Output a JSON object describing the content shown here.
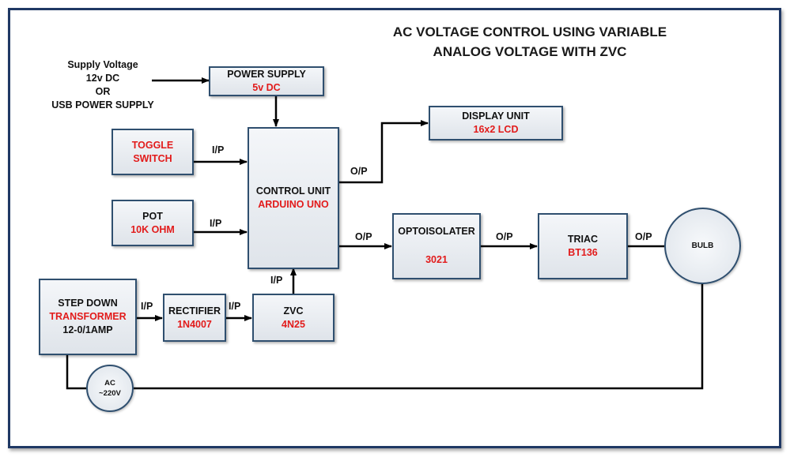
{
  "title": {
    "line1": "AC VOLTAGE CONTROL USING VARIABLE",
    "line2": "ANALOG VOLTAGE WITH ZVC"
  },
  "supply_voltage": {
    "line1": "Supply Voltage",
    "line2": "12v DC",
    "line3": "OR",
    "line4": "USB POWER SUPPLY"
  },
  "blocks": {
    "power_supply": {
      "name": "POWER SUPPLY",
      "detail": "5v DC"
    },
    "display_unit": {
      "name": "DISPLAY UNIT",
      "detail": "16x2 LCD"
    },
    "toggle_switch": {
      "line1": "TOGGLE",
      "line2": "SWITCH"
    },
    "pot": {
      "name": "POT",
      "detail": "10K OHM"
    },
    "control_unit": {
      "name": "CONTROL UNIT",
      "detail": "ARDUINO UNO"
    },
    "optoisolater": {
      "name": "OPTOISOLATER",
      "detail": "3021"
    },
    "triac": {
      "name": "TRIAC",
      "detail": "BT136"
    },
    "bulb": {
      "name": "BULB"
    },
    "step_down": {
      "name": "STEP DOWN",
      "detail1": "TRANSFORMER",
      "detail2": "12-0/1AMP"
    },
    "rectifier": {
      "name": "RECTIFIER",
      "detail": "1N4007"
    },
    "zvc": {
      "name": "ZVC",
      "detail": "4N25"
    },
    "ac_source": {
      "line1": "AC",
      "line2": "~220V"
    }
  },
  "connection_labels": {
    "toggle_to_control": "I/P",
    "pot_to_control": "I/P",
    "control_to_display": "O/P",
    "control_to_opto": "O/P",
    "opto_to_triac": "O/P",
    "triac_to_bulb": "O/P",
    "zvc_to_control": "I/P",
    "stepdown_to_rectifier": "I/P",
    "rectifier_to_zvc": "I/P"
  },
  "colors": {
    "border": "#1f3864",
    "block_border": "#2f4f6f",
    "detail_text": "#e21b1b",
    "line": "#000000"
  }
}
